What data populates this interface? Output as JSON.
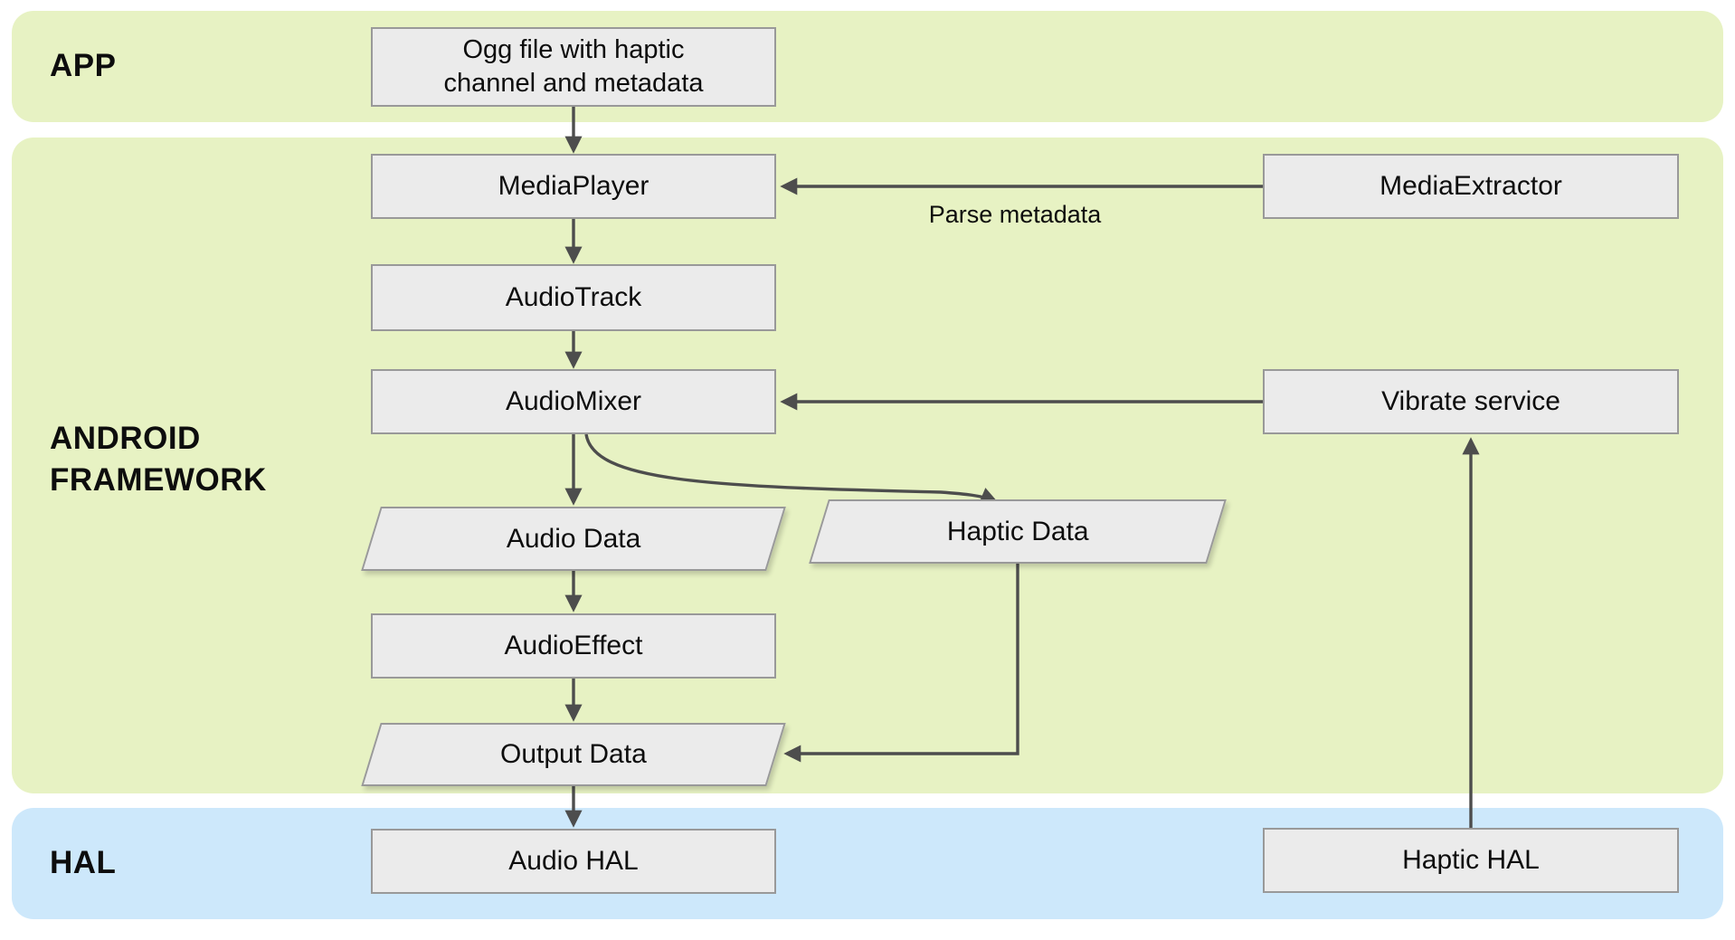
{
  "bands": {
    "app": {
      "label": "APP"
    },
    "framework": {
      "label": "ANDROID FRAMEWORK"
    },
    "hal": {
      "label": "HAL"
    }
  },
  "nodes": {
    "ogg_file": {
      "label": "Ogg file with haptic channel and metadata",
      "shape": "rect",
      "band": "app"
    },
    "media_player": {
      "label": "MediaPlayer",
      "shape": "rect",
      "band": "framework"
    },
    "audio_track": {
      "label": "AudioTrack",
      "shape": "rect",
      "band": "framework"
    },
    "audio_mixer": {
      "label": "AudioMixer",
      "shape": "rect",
      "band": "framework"
    },
    "audio_data": {
      "label": "Audio Data",
      "shape": "parallelogram",
      "band": "framework"
    },
    "haptic_data": {
      "label": "Haptic Data",
      "shape": "parallelogram",
      "band": "framework"
    },
    "audio_effect": {
      "label": "AudioEffect",
      "shape": "rect",
      "band": "framework"
    },
    "output_data": {
      "label": "Output Data",
      "shape": "parallelogram",
      "band": "framework"
    },
    "audio_hal": {
      "label": "Audio HAL",
      "shape": "rect",
      "band": "hal"
    },
    "media_extractor": {
      "label": "MediaExtractor",
      "shape": "rect",
      "band": "framework"
    },
    "vibrate_service": {
      "label": "Vibrate service",
      "shape": "rect",
      "band": "framework"
    },
    "haptic_hal": {
      "label": "Haptic HAL",
      "shape": "rect",
      "band": "hal"
    }
  },
  "edges": {
    "parse_metadata": {
      "label": "Parse metadata"
    },
    "connections": [
      {
        "from": "ogg_file",
        "to": "media_player"
      },
      {
        "from": "media_player",
        "to": "audio_track"
      },
      {
        "from": "audio_track",
        "to": "audio_mixer"
      },
      {
        "from": "audio_mixer",
        "to": "audio_data"
      },
      {
        "from": "audio_mixer",
        "to": "haptic_data",
        "style": "curved"
      },
      {
        "from": "audio_data",
        "to": "audio_effect"
      },
      {
        "from": "audio_effect",
        "to": "output_data"
      },
      {
        "from": "haptic_data",
        "to": "output_data",
        "style": "elbow"
      },
      {
        "from": "output_data",
        "to": "audio_hal"
      },
      {
        "from": "media_extractor",
        "to": "media_player",
        "label": "Parse metadata"
      },
      {
        "from": "vibrate_service",
        "to": "audio_mixer"
      },
      {
        "from": "haptic_hal",
        "to": "vibrate_service"
      }
    ]
  },
  "colors": {
    "band_green": "#e7f2c3",
    "band_blue": "#cde8fb",
    "node_fill": "#ebebeb",
    "node_border": "#999999",
    "arrow": "#4d4d4d",
    "text": "#0d0d0d"
  }
}
